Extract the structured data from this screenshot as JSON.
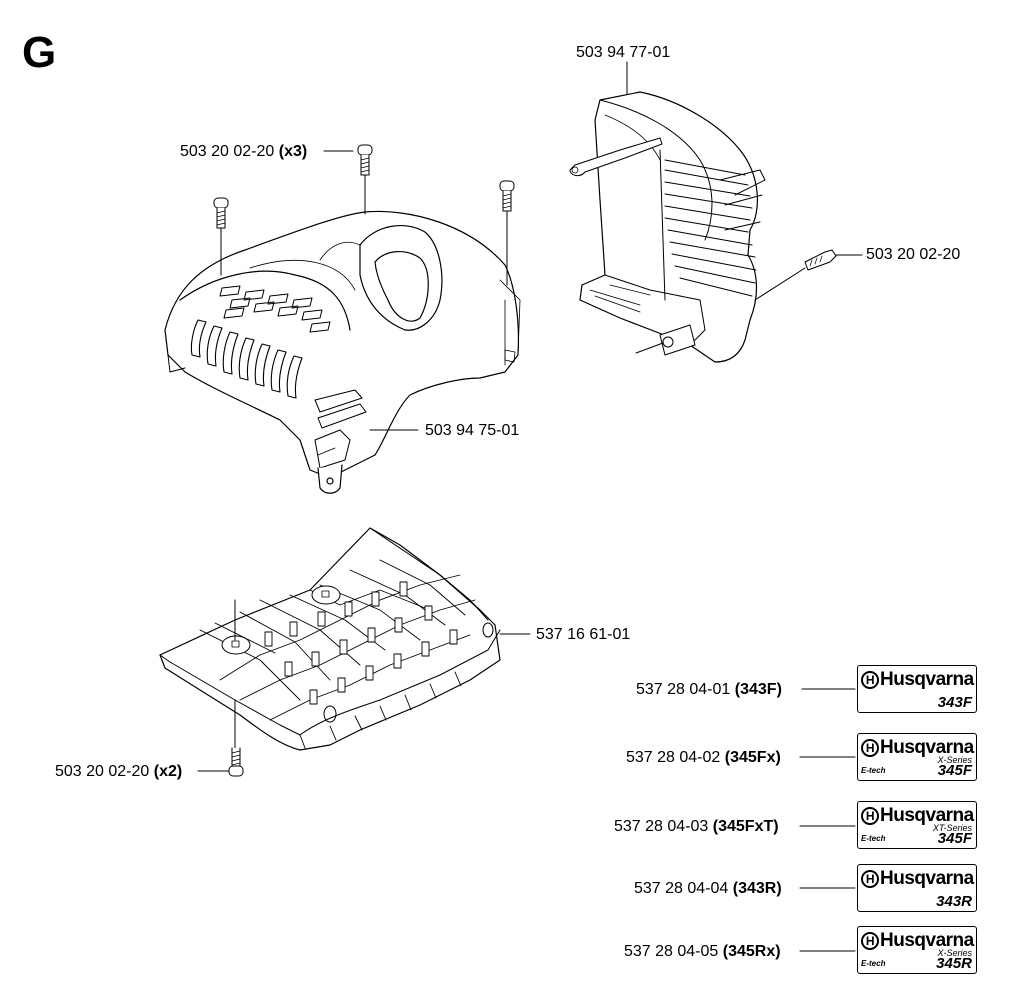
{
  "page_letter": "G",
  "callouts": {
    "screw_top": {
      "part": "503 20 02-20",
      "qty": "(x3)"
    },
    "cover": {
      "part": "503 94 75-01"
    },
    "cylinder_shield": {
      "part": "503 94 77-01"
    },
    "screw_shield": {
      "part": "503 20 02-20"
    },
    "bottom_plate": {
      "part": "537 16 61-01"
    },
    "screw_bottom": {
      "part": "503 20 02-20",
      "qty": "(x2)"
    }
  },
  "decals": [
    {
      "part": "537 28 04-01",
      "model_ref": "(343F)",
      "brand": "Husqvarna",
      "series": "",
      "etech": "",
      "model": "343F"
    },
    {
      "part": "537 28 04-02",
      "model_ref": "(345Fx)",
      "brand": "Husqvarna",
      "series": "X-Series",
      "etech": "E-tech",
      "model": "345F"
    },
    {
      "part": "537 28 04-03",
      "model_ref": "(345FxT)",
      "brand": "Husqvarna",
      "series": "XT-Series",
      "etech": "E-tech",
      "model": "345F"
    },
    {
      "part": "537 28 04-04",
      "model_ref": "(343R)",
      "brand": "Husqvarna",
      "series": "",
      "etech": "",
      "model": "343R"
    },
    {
      "part": "537 28 04-05",
      "model_ref": "(345Rx)",
      "brand": "Husqvarna",
      "series": "X-Series",
      "etech": "E-tech",
      "model": "345R"
    }
  ]
}
